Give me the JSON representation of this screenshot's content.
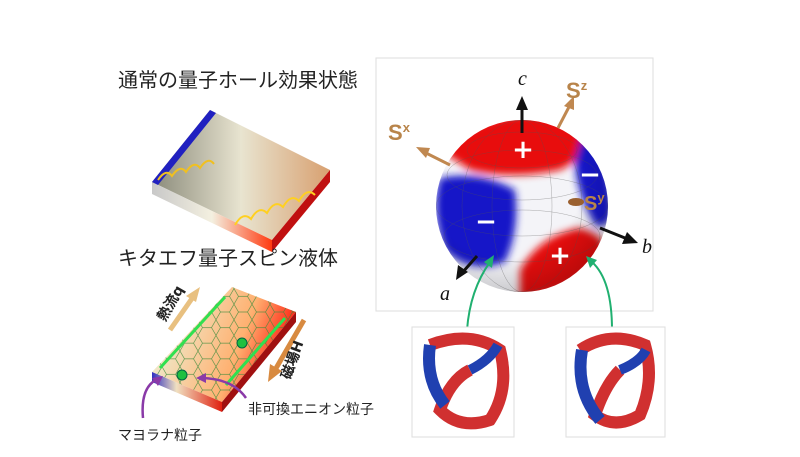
{
  "panels": {
    "qhe": {
      "title": "通常の量子ホール効果状態"
    },
    "kitaev": {
      "title": "キタエフ量子スピン液体",
      "heat_flow_label": "熱流q",
      "magnetic_field_label": "磁場H",
      "majorana_label": "マヨラナ粒子",
      "anyon_label": "非可換エニオン粒子"
    },
    "sphere": {
      "axis_a": "a",
      "axis_b": "b",
      "axis_c": "c",
      "spin_x": "Sx",
      "spin_y": "Sy",
      "spin_z": "Sz",
      "sign_plus": "+",
      "sign_minus": "−"
    }
  },
  "colors": {
    "positive": "#e81010",
    "negative": "#1515c8",
    "spin_axis": "#c08850",
    "arrow_green": "#20b070",
    "arrow_purple": "#8a3aa8"
  }
}
